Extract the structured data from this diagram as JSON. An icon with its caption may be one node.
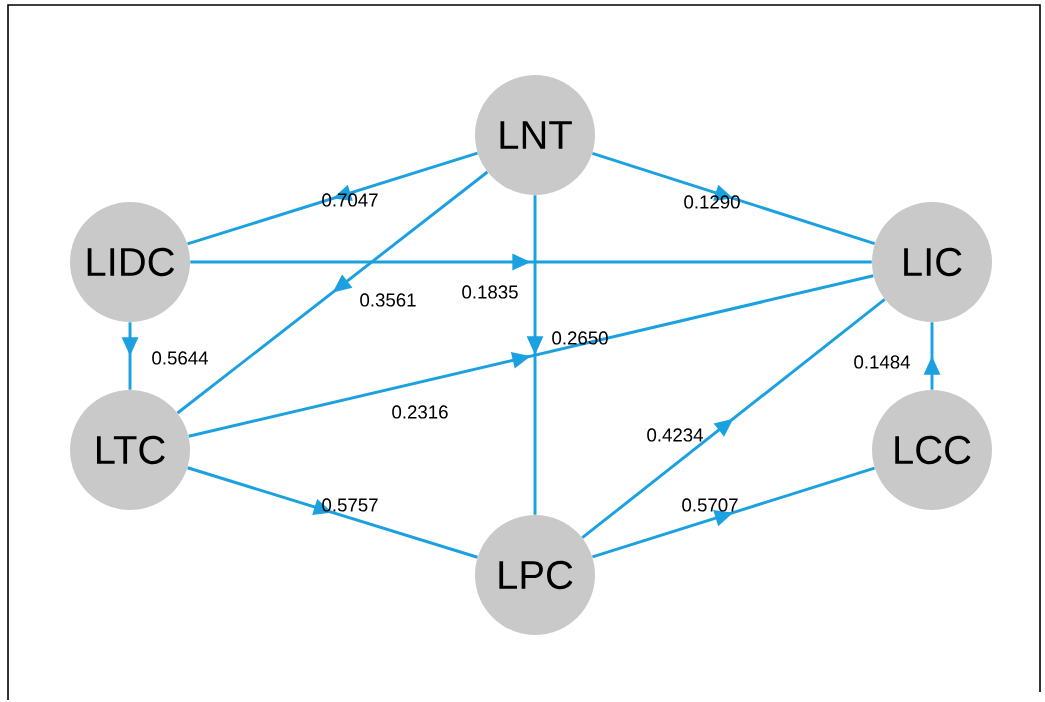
{
  "diagram": {
    "nodes": [
      {
        "text": [
          "LNT"
        ]
      },
      {
        "text": [
          "LIDC"
        ]
      },
      {
        "text": [
          "LIC"
        ]
      },
      {
        "text": [
          "LTC"
        ]
      },
      {
        "text": [
          "LCC"
        ]
      },
      {
        "text": [
          "LPC"
        ]
      }
    ],
    "edges": [
      {
        "from": 0,
        "to": 1,
        "arrow": "to",
        "label": "0.7047"
      },
      {
        "from": 0,
        "to": 2,
        "arrow": "to",
        "label": "0.1290"
      },
      {
        "from": 1,
        "to": 2,
        "arrow": "to",
        "label": "0.1835"
      },
      {
        "from": 0,
        "to": 3,
        "arrow": "to",
        "label": "0.3561"
      },
      {
        "from": 0,
        "to": 5,
        "arrow": "to",
        "label": "0.2650"
      },
      {
        "from": 1,
        "to": 3,
        "arrow": "to",
        "label": "0.5644"
      },
      {
        "from": 3,
        "to": 2,
        "arrow": "to",
        "label": "0.2316"
      },
      {
        "from": 4,
        "to": 2,
        "arrow": "to",
        "label": "0.1484"
      },
      {
        "from": 5,
        "to": 2,
        "arrow": "to",
        "label": "0.4234"
      },
      {
        "from": 3,
        "to": 5,
        "arrow": "to",
        "label": "0.5757"
      },
      {
        "from": 5,
        "to": 4,
        "arrow": "to",
        "label": "0.5707"
      }
    ]
  }
}
